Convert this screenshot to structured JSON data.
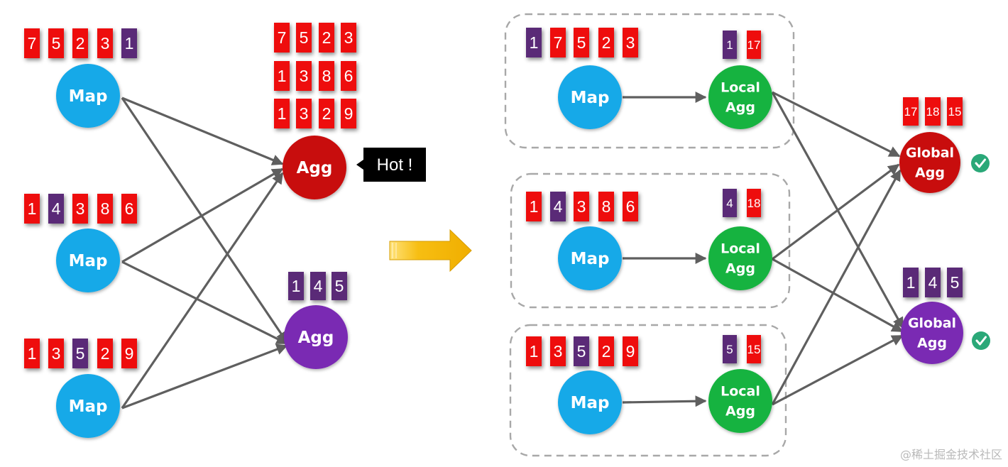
{
  "colors": {
    "tile_red": "#ee1111",
    "tile_purple": "#5a2a77",
    "map_blue": "#17a9e8",
    "local_green": "#18b33f",
    "agg_red": "#c80a0a",
    "agg_purple": "#7a2bb3",
    "arrow": "#5f5f5f",
    "check_green": "#2aa878",
    "box_border": "#a8a8a8",
    "big_arrow": "#f5b800"
  },
  "left": {
    "maps": [
      {
        "label": "Map",
        "tiles": [
          {
            "v": "7",
            "c": "r"
          },
          {
            "v": "5",
            "c": "r"
          },
          {
            "v": "2",
            "c": "r"
          },
          {
            "v": "3",
            "c": "r"
          },
          {
            "v": "1",
            "c": "p"
          }
        ]
      },
      {
        "label": "Map",
        "tiles": [
          {
            "v": "1",
            "c": "r"
          },
          {
            "v": "4",
            "c": "p"
          },
          {
            "v": "3",
            "c": "r"
          },
          {
            "v": "8",
            "c": "r"
          },
          {
            "v": "6",
            "c": "r"
          }
        ]
      },
      {
        "label": "Map",
        "tiles": [
          {
            "v": "1",
            "c": "r"
          },
          {
            "v": "3",
            "c": "r"
          },
          {
            "v": "5",
            "c": "p"
          },
          {
            "v": "2",
            "c": "r"
          },
          {
            "v": "9",
            "c": "r"
          }
        ]
      }
    ],
    "hot_agg": {
      "label": "Agg",
      "rows": [
        [
          "7",
          "5",
          "2",
          "3"
        ],
        [
          "1",
          "3",
          "8",
          "6"
        ],
        [
          "1",
          "3",
          "2",
          "9"
        ]
      ],
      "callout": "Hot !"
    },
    "normal_agg": {
      "label": "Agg",
      "tiles": [
        "1",
        "4",
        "5"
      ]
    }
  },
  "right": {
    "groups": [
      {
        "map_label": "Map",
        "local_label": [
          "Local",
          "Agg"
        ],
        "map_tiles": [
          {
            "v": "1",
            "c": "p"
          },
          {
            "v": "7",
            "c": "r"
          },
          {
            "v": "5",
            "c": "r"
          },
          {
            "v": "2",
            "c": "r"
          },
          {
            "v": "3",
            "c": "r"
          }
        ],
        "local_tiles": [
          {
            "v": "1",
            "c": "p"
          },
          {
            "v": "17",
            "c": "r"
          }
        ]
      },
      {
        "map_label": "Map",
        "local_label": [
          "Local",
          "Agg"
        ],
        "map_tiles": [
          {
            "v": "1",
            "c": "r"
          },
          {
            "v": "4",
            "c": "p"
          },
          {
            "v": "3",
            "c": "r"
          },
          {
            "v": "8",
            "c": "r"
          },
          {
            "v": "6",
            "c": "r"
          }
        ],
        "local_tiles": [
          {
            "v": "4",
            "c": "p"
          },
          {
            "v": "18",
            "c": "r"
          }
        ]
      },
      {
        "map_label": "Map",
        "local_label": [
          "Local",
          "Agg"
        ],
        "map_tiles": [
          {
            "v": "1",
            "c": "r"
          },
          {
            "v": "3",
            "c": "r"
          },
          {
            "v": "5",
            "c": "p"
          },
          {
            "v": "2",
            "c": "r"
          },
          {
            "v": "9",
            "c": "r"
          }
        ],
        "local_tiles": [
          {
            "v": "5",
            "c": "p"
          },
          {
            "v": "15",
            "c": "r"
          }
        ]
      }
    ],
    "global_red": {
      "label": [
        "Global",
        "Agg"
      ],
      "tiles": [
        "17",
        "18",
        "15"
      ]
    },
    "global_purple": {
      "label": [
        "Global",
        "Agg"
      ],
      "tiles": [
        "1",
        "4",
        "5"
      ]
    }
  },
  "watermark": "@稀土掘金技术社区"
}
